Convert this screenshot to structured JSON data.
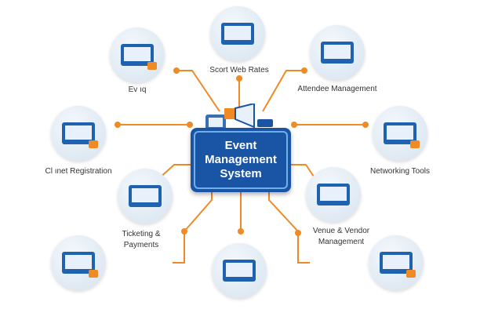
{
  "center": {
    "title": "Event Management System"
  },
  "nodes": [
    {
      "id": "event-planning",
      "label": "Ev        ıq",
      "icon": "clipboard-clock-icon"
    },
    {
      "id": "web-rates",
      "label": "Scort Web Rates",
      "icon": "web-dashboard-icon"
    },
    {
      "id": "attendee",
      "label": "Attendee Management",
      "icon": "id-badge-icon"
    },
    {
      "id": "registration",
      "label": "Cl ınet Registration",
      "icon": "phone-checkmark-icon"
    },
    {
      "id": "networking",
      "label": "Networking Tools",
      "icon": "chat-bubbles-icon"
    },
    {
      "id": "ticketing",
      "label": "Ticketing & Payments",
      "icon": "ticket-form-icon"
    },
    {
      "id": "venue",
      "label": "Venue & Vendor Management",
      "icon": "analytics-magnifier-icon"
    },
    {
      "id": "mobile-pay",
      "label": "",
      "icon": "mobile-payment-icon"
    },
    {
      "id": "dashboard",
      "label": "",
      "icon": "laptop-dashboard-icon"
    },
    {
      "id": "location",
      "label": "",
      "icon": "map-pin-icon"
    }
  ],
  "colors": {
    "accent": "#f08a24",
    "primary": "#1a55a5"
  }
}
